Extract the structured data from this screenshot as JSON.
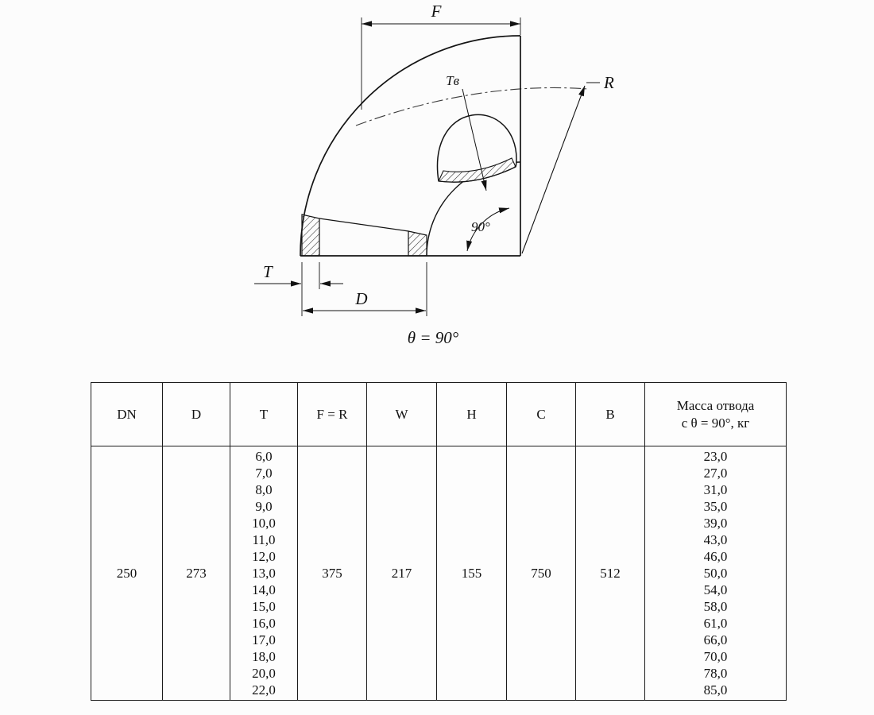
{
  "drawing": {
    "labels": {
      "F": "F",
      "R": "R",
      "Tv": "Tв",
      "angle": "90°",
      "T": "T",
      "D": "D",
      "theta_note": "θ = 90°"
    }
  },
  "table": {
    "headers": [
      "DN",
      "D",
      "T",
      "F = R",
      "W",
      "H",
      "C",
      "B",
      [
        "Масса отвода",
        "с θ =  90°, кг"
      ]
    ],
    "row": {
      "dn": "250",
      "d": "273",
      "t": [
        "6,0",
        "7,0",
        "8,0",
        "9,0",
        "10,0",
        "11,0",
        "12,0",
        "13,0",
        "14,0",
        "15,0",
        "16,0",
        "17,0",
        "18,0",
        "20,0",
        "22,0"
      ],
      "f_r": "375",
      "w": "217",
      "h": "155",
      "c": "750",
      "b": "512",
      "mass": [
        "23,0",
        "27,0",
        "31,0",
        "35,0",
        "39,0",
        "43,0",
        "46,0",
        "50,0",
        "54,0",
        "58,0",
        "61,0",
        "66,0",
        "70,0",
        "78,0",
        "85,0"
      ]
    }
  }
}
